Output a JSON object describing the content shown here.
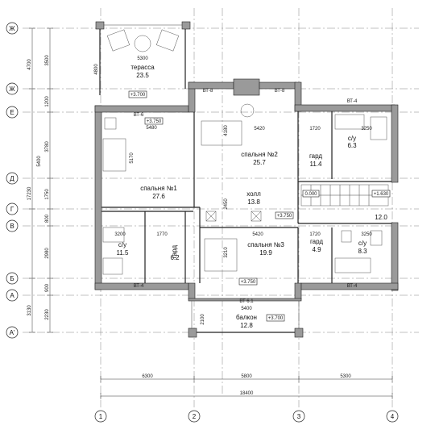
{
  "rows": [
    {
      "id": "row-zh-top",
      "label": "Ж"
    },
    {
      "id": "row-zh-2",
      "label": "Ж"
    },
    {
      "id": "row-e",
      "label": "Е"
    },
    {
      "id": "row-d",
      "label": "Д"
    },
    {
      "id": "row-g",
      "label": "Г"
    },
    {
      "id": "row-v",
      "label": "В"
    },
    {
      "id": "row-b",
      "label": "Б"
    },
    {
      "id": "row-a",
      "label": "А"
    },
    {
      "id": "row-a-prime",
      "label": "А'"
    }
  ],
  "cols": [
    {
      "id": "col-1",
      "label": "1"
    },
    {
      "id": "col-2",
      "label": "2"
    },
    {
      "id": "col-3",
      "label": "3"
    },
    {
      "id": "col-4",
      "label": "4"
    }
  ],
  "rooms": [
    {
      "id": "terrace",
      "name": "терасса",
      "area": "23.5"
    },
    {
      "id": "bedroom-2",
      "name": "спальня №2",
      "area": "25.7"
    },
    {
      "id": "bedroom-1",
      "name": "спальня №1",
      "area": "27.6"
    },
    {
      "id": "hall",
      "name": "холл",
      "area": "13.8"
    },
    {
      "id": "bath-top",
      "name": "с/у",
      "area": "6.3"
    },
    {
      "id": "closet-top",
      "name": "гард",
      "area": "11.4"
    },
    {
      "id": "stair",
      "name": "",
      "area": "12.0"
    },
    {
      "id": "bath-left",
      "name": "с/у",
      "area": "11.5"
    },
    {
      "id": "closet-left",
      "name": "гард",
      "area": "6.2"
    },
    {
      "id": "bedroom-3",
      "name": "спальня №3",
      "area": "19.9"
    },
    {
      "id": "closet-right",
      "name": "гард",
      "area": "4.9"
    },
    {
      "id": "bath-right",
      "name": "с/у",
      "area": "8.3"
    },
    {
      "id": "balcony",
      "name": "балкон",
      "area": "12.8"
    }
  ],
  "levels": {
    "terrace": "+3.700",
    "bed1": "+3.750",
    "hall": "+3.750",
    "bed3": "+3.750",
    "balcony": "+3.700",
    "stair_left": "0.000",
    "stair_right": "+1.630"
  },
  "tags": {
    "vt8_left": "ВТ-8",
    "vt8_right": "ВТ-8",
    "vt4_top": "ВТ-4",
    "vt6": "ВТ-6",
    "vt4_bl": "ВТ-4",
    "vt4_br": "ВТ-4",
    "vt61": "ВТ 6.1"
  },
  "dims_left_outer": {
    "d1": "4700",
    "d2": "17230",
    "d3": "5400",
    "d4": "3130"
  },
  "dims_left_inner": {
    "d1": "3500",
    "d2": "1200",
    "d3": "3780",
    "d4": "1750",
    "d5": "800",
    "d6": "2980",
    "d7": "900",
    "d8": "2230"
  },
  "dims_bottom": {
    "d1": "6300",
    "d2": "5800",
    "d3": "5300",
    "total": "18400"
  },
  "interior_dims": {
    "terrace_w": "5300",
    "terrace_h": "4800",
    "bed1_w": "5480",
    "bed1_h": "5170",
    "bed2_w": "5420",
    "bed2_h": "4180",
    "top_closet_w": "1720",
    "top_bath_w": "3250",
    "hall_h": "2450",
    "bath_left_w": "3200",
    "closet_left_w": "1770",
    "bed3_w": "5420",
    "bed3_h": "3210",
    "closet_right_w": "1720",
    "bath_right_w": "3250",
    "balcony_w": "5400",
    "balcony_h": "2100"
  },
  "colors": {
    "wall": "#9a9a9a",
    "line": "#222222"
  }
}
